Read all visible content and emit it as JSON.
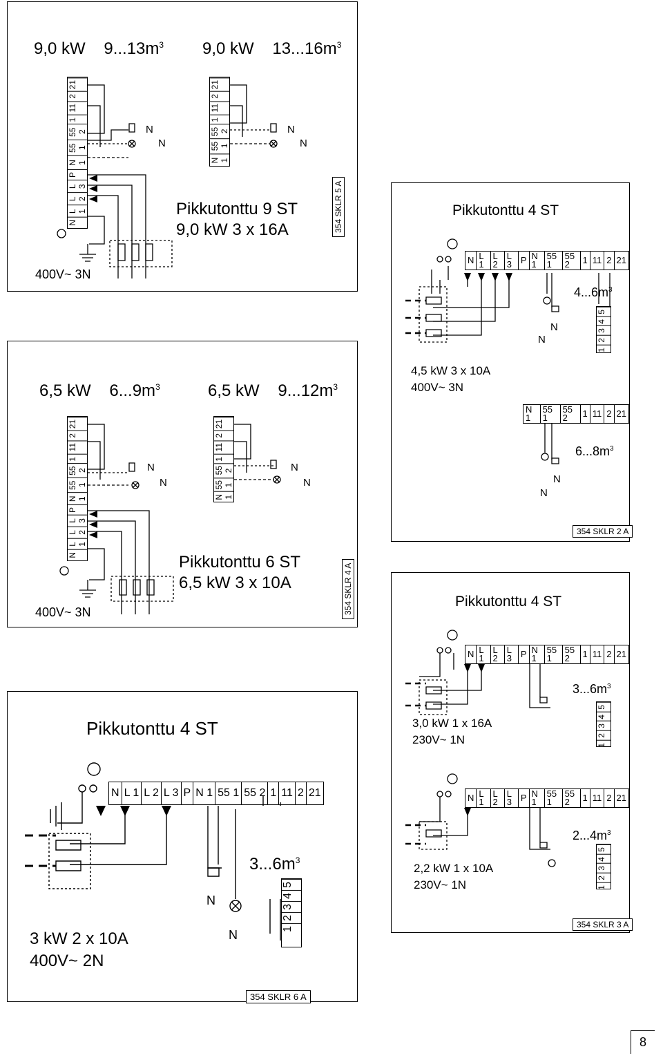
{
  "panel_a": {
    "title_left_kw": "9,0 kW",
    "title_left_vol": "9...13m",
    "title_right_kw": "9,0 kW",
    "title_right_vol": "13...16m",
    "sup": "3",
    "subtitle1": "Pikkutonttu 9 ST",
    "subtitle2": "9,0 kW    3 x 16A",
    "supply": "400V~ 3N",
    "code": "354 SKLR 5  A",
    "n1": "N",
    "n2": "N",
    "n3": "N",
    "n4": "N",
    "terminals_left": [
      "N",
      "L 1",
      "L 2",
      "L 3",
      "P",
      "N 1",
      "55 1",
      "55 2",
      "1",
      "11",
      "2",
      "21"
    ],
    "terminals_right": [
      "N 1",
      "55 1",
      "55 2",
      "1",
      "11",
      "2",
      "21"
    ]
  },
  "panel_b": {
    "title": "Pikkutonttu 4 ST",
    "terminals": [
      "N",
      "L 1",
      "L 2",
      "L 3",
      "P",
      "N 1",
      "55 1",
      "55 2",
      "1",
      "11",
      "2",
      "21"
    ],
    "vol": "4...6m",
    "sup": "3",
    "n1": "N",
    "n2": "N",
    "rating1": "4,5 kW   3 x 10A",
    "rating2": "400V~  3N",
    "terminals_2": [
      "N 1",
      "55 1",
      "55 2",
      "1",
      "11",
      "2",
      "21"
    ],
    "vol2": "6...8m",
    "n3": "N",
    "n4": "N",
    "code": "354 SKLR 2  A",
    "pins": [
      "1",
      "2",
      "3",
      "4",
      "5"
    ]
  },
  "panel_c": {
    "title_left_kw": "6,5 kW",
    "title_left_vol": "6...9m",
    "title_right_kw": "6,5 kW",
    "title_right_vol": "9...12m",
    "sup": "3",
    "subtitle1": "Pikkutonttu 6 ST",
    "subtitle2": "6,5 kW  3 x 10A",
    "supply": "400V~ 3N",
    "code": "354 SKLR 4  A",
    "n1": "N",
    "n2": "N",
    "n3": "N",
    "n4": "N",
    "terminals_left": [
      "N",
      "L 1",
      "L 2",
      "L 3",
      "P",
      "N 1",
      "55 1",
      "55 2",
      "1",
      "11",
      "2",
      "21"
    ],
    "terminals_right": [
      "N 1",
      "55 1",
      "55 2",
      "1",
      "11",
      "2",
      "21"
    ]
  },
  "panel_d": {
    "title": "Pikkutonttu 4 ST",
    "terminals": [
      "N",
      "L 1",
      "L 2",
      "L 3",
      "P",
      "N 1",
      "55 1",
      "55 2",
      "1",
      "11",
      "2",
      "21"
    ],
    "vol": "3...6m",
    "sup": "3",
    "rating1": "3,0 kW    1 x 16A",
    "rating2": "230V~  1N",
    "terminals_2": [
      "N",
      "L 1",
      "L 2",
      "L 3",
      "P",
      "N 1",
      "55 1",
      "55 2",
      "1",
      "11",
      "2",
      "21"
    ],
    "vol2": "2...4m",
    "rating3": "2,2 kW    1 x 10A",
    "rating4": "230V~  1N",
    "code": "354 SKLR 3  A",
    "pins": [
      "1",
      "2",
      "3",
      "4",
      "5"
    ]
  },
  "panel_e": {
    "title": "Pikkutonttu 4 ST",
    "terminals": [
      "N",
      "L 1",
      "L 2",
      "L 3",
      "P",
      "N 1",
      "55 1",
      "55 2",
      "1",
      "11",
      "2",
      "21"
    ],
    "vol": "3...6m",
    "sup": "3",
    "n1": "N",
    "n2": "N",
    "rating1": "3 kW    2 x 10A",
    "rating2": "400V~  2N",
    "code": "354 SKLR 6  A",
    "pins": [
      "1",
      "2",
      "3",
      "4",
      "5"
    ]
  },
  "page_number": "8"
}
